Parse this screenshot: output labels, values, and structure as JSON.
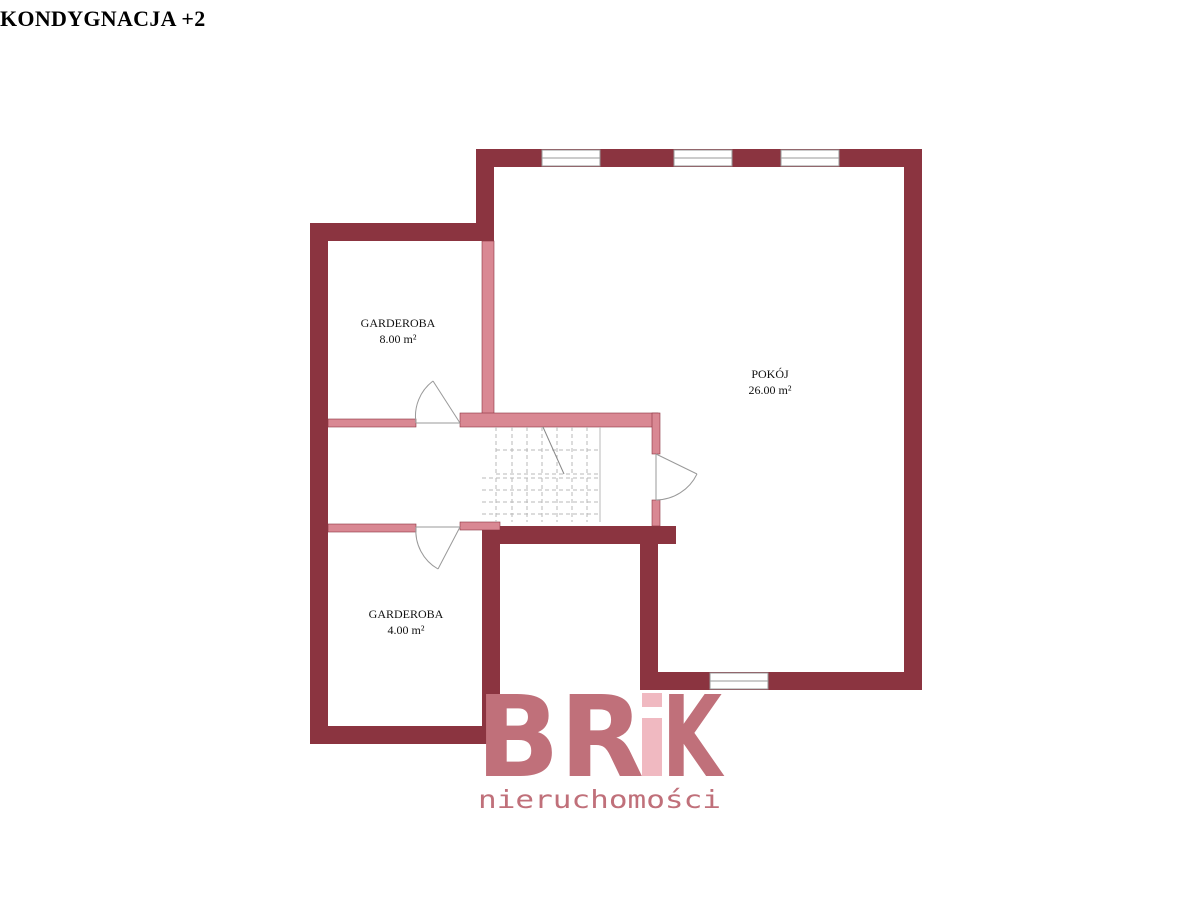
{
  "title": "KONDYGNACJA +2",
  "rooms": [
    {
      "id": "garderoba-1",
      "name": "GARDEROBA",
      "area": "8.00 m²"
    },
    {
      "id": "pokoj",
      "name": "POKÓJ",
      "area": "26.00 m²"
    },
    {
      "id": "garderoba-2",
      "name": "GARDEROBA",
      "area": "4.00 m²"
    }
  ],
  "watermark": {
    "brand_main": "BR",
    "brand_i": "i",
    "brand_k": "K",
    "tagline": "nieruchomości"
  },
  "colors": {
    "wall": "#8b3440",
    "partition": "#d98893",
    "watermark_dark": "#c0707a",
    "watermark_light": "#f0b9c1",
    "window": "#9a9a9a",
    "stairs": "#b8b8b8"
  }
}
